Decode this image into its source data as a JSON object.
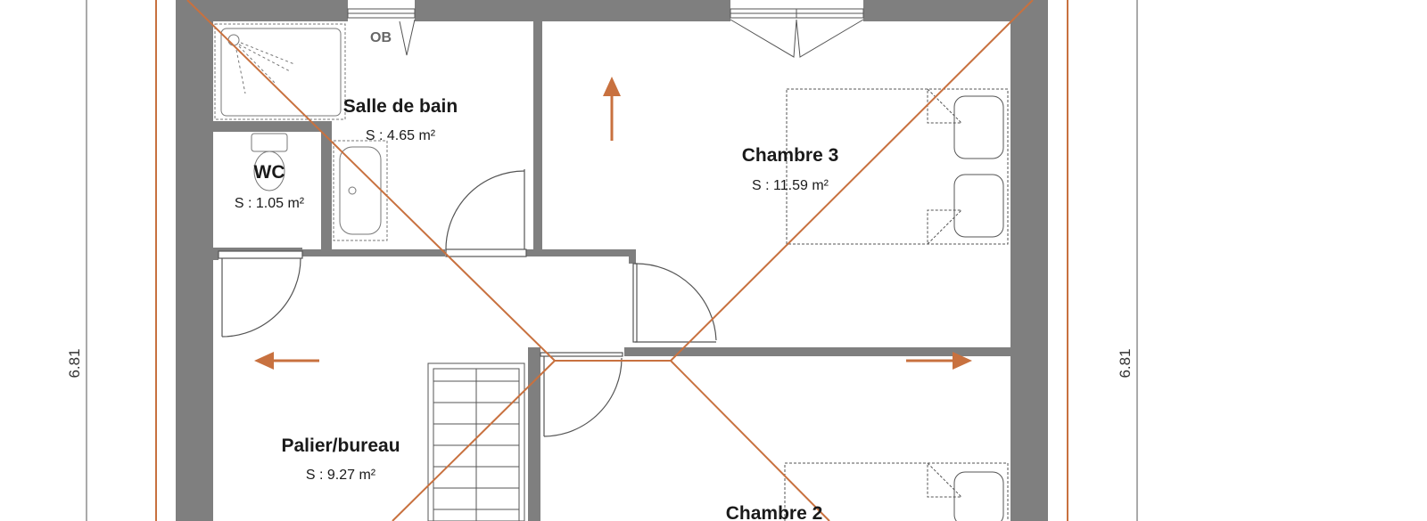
{
  "rooms": {
    "salle_de_bain": {
      "name": "Salle de bain",
      "area": "S : 4.65 m²"
    },
    "wc": {
      "name": "WC",
      "area": "S : 1.05 m²"
    },
    "chambre3": {
      "name": "Chambre 3",
      "area": "S : 11.59 m²"
    },
    "palier": {
      "name": "Palier/bureau",
      "area": "S : 9.27 m²"
    },
    "chambre2": {
      "name": "Chambre 2"
    }
  },
  "labels": {
    "ob": "OB"
  },
  "dimensions": {
    "left": "6.81",
    "right": "6.81"
  },
  "colors": {
    "wall": "#7f7f7f",
    "roof_line": "#c8713f",
    "fixture": "#555555"
  }
}
